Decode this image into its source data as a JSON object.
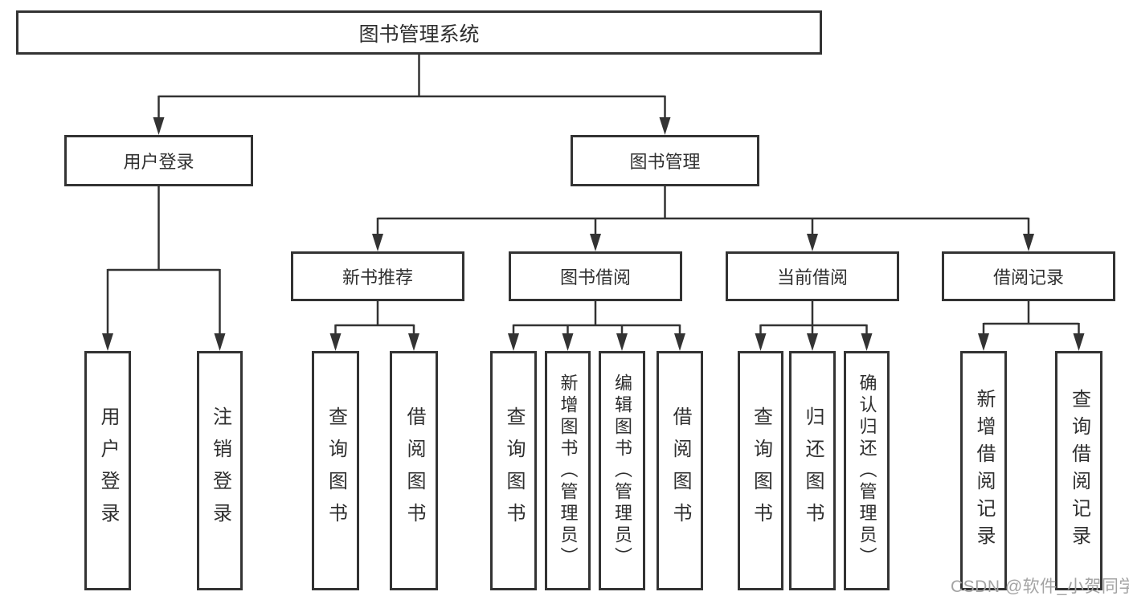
{
  "diagram": {
    "root": {
      "label": "图书管理系统"
    },
    "branches": [
      {
        "label": "用户登录",
        "children": [
          {
            "label": "用户登录"
          },
          {
            "label": "注销登录"
          }
        ]
      },
      {
        "label": "图书管理",
        "children": [
          {
            "label": "新书推荐",
            "children": [
              {
                "label": "查询图书"
              },
              {
                "label": "借阅图书"
              }
            ]
          },
          {
            "label": "图书借阅",
            "children": [
              {
                "label": "查询图书"
              },
              {
                "label": "新增图书（管理员）"
              },
              {
                "label": "编辑图书（管理员）"
              },
              {
                "label": "借阅图书"
              }
            ]
          },
          {
            "label": "当前借阅",
            "children": [
              {
                "label": "查询图书"
              },
              {
                "label": "归还图书"
              },
              {
                "label": "确认归还（管理员）"
              }
            ]
          },
          {
            "label": "借阅记录",
            "children": [
              {
                "label": "新增借阅记录"
              },
              {
                "label": "查询借阅记录"
              }
            ]
          }
        ]
      }
    ]
  },
  "watermark": {
    "text": "CSDN @软件_小贺同学",
    "color": "#a3a3a3"
  },
  "colors": {
    "line": "#333333",
    "text": "#2f2f2f",
    "background": "#ffffff"
  }
}
